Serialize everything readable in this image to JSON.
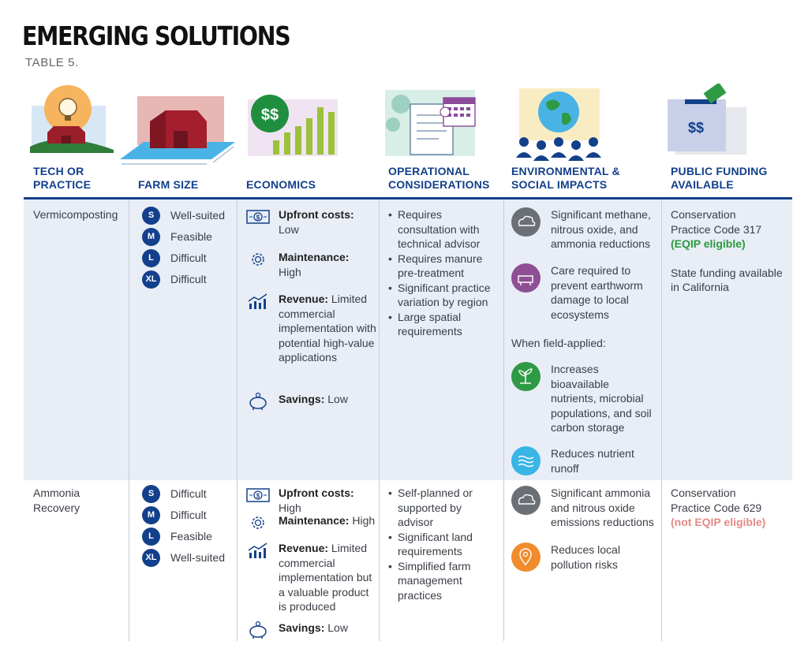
{
  "title": "EMERGING SOLUTIONS",
  "subtitle": "TABLE 5.",
  "columns": [
    {
      "line1": "TECH OR",
      "line2": "PRACTICE"
    },
    {
      "line1": "",
      "line2": "FARM SIZE"
    },
    {
      "line1": "",
      "line2": "ECONOMICS"
    },
    {
      "line1": "OPERATIONAL",
      "line2": "CONSIDERATIONS"
    },
    {
      "line1": "ENVIRONMENTAL &",
      "line2": "SOCIAL IMPACTS"
    },
    {
      "line1": "PUBLIC FUNDING",
      "line2": "AVAILABLE"
    }
  ],
  "illustrations": {
    "economics_label": "$$",
    "funding_label": "$$"
  },
  "rows": [
    {
      "tech": "Vermicomposting",
      "sizes": [
        {
          "badge": "S",
          "rating": "Well-suited"
        },
        {
          "badge": "M",
          "rating": "Feasible"
        },
        {
          "badge": "L",
          "rating": "Difficult"
        },
        {
          "badge": "XL",
          "rating": "Difficult"
        }
      ],
      "economics": [
        {
          "icon": "upfront-cost-icon",
          "label": "Upfront costs:",
          "value": "Low"
        },
        {
          "icon": "maintenance-gear-icon",
          "label": "Maintenance:",
          "value": "High"
        },
        {
          "icon": "revenue-chart-icon",
          "label": "Revenue:",
          "value": "Limited commercial implementation with potential high-value applications"
        },
        {
          "icon": "savings-piggy-icon",
          "label": "Savings:",
          "value": "Low"
        }
      ],
      "operations": [
        "Requires consultation with technical advisor",
        "Requires manure pre-treatment",
        "Significant practice variation by region",
        "Large spatial requirements"
      ],
      "impacts": [
        {
          "icon": "co2-cloud-icon",
          "color": "#6b6f76",
          "text": "Significant methane, nitrous oxide, and ammonia reductions"
        },
        {
          "icon": "animal-icon",
          "color": "#8e4f94",
          "text": "Care required to prevent earthworm damage to local ecosystems"
        },
        {
          "icon": "sprout-icon",
          "color": "#2f9a45",
          "text": "Increases bioavailable nutrients, microbial populations, and soil carbon storage"
        },
        {
          "icon": "water-waves-icon",
          "color": "#39b5e6",
          "text": "Reduces nutrient runoff"
        }
      ],
      "impacts_note": "When field-applied:",
      "funding": {
        "code": "Conservation Practice Code 317",
        "eligibility": "(EQIP eligible)",
        "extra": "State funding available in California"
      }
    },
    {
      "tech": "Ammonia Recovery",
      "sizes": [
        {
          "badge": "S",
          "rating": "Difficult"
        },
        {
          "badge": "M",
          "rating": "Difficult"
        },
        {
          "badge": "L",
          "rating": "Feasible"
        },
        {
          "badge": "XL",
          "rating": "Well-suited"
        }
      ],
      "economics": [
        {
          "icon": "upfront-cost-icon",
          "label": "Upfront costs:",
          "value": "High"
        },
        {
          "icon": "maintenance-gear-icon",
          "label": "Maintenance:",
          "value": "High"
        },
        {
          "icon": "revenue-chart-icon",
          "label": "Revenue:",
          "value": "Limited commercial implementation but a valuable product is produced"
        },
        {
          "icon": "savings-piggy-icon",
          "label": "Savings:",
          "value": "Low"
        }
      ],
      "operations": [
        "Self-planned or supported by advisor",
        "Significant land requirements",
        "Simplified farm management practices"
      ],
      "impacts": [
        {
          "icon": "co2-cloud-icon",
          "color": "#6b6f76",
          "text": "Significant ammonia and nitrous oxide emissions reductions"
        },
        {
          "icon": "location-pin-icon",
          "color": "#f08c2e",
          "text": "Reduces local pollution risks"
        }
      ],
      "funding": {
        "code": "Conservation Practice Code 629",
        "eligibility": "(not EQIP eligible)"
      }
    }
  ]
}
